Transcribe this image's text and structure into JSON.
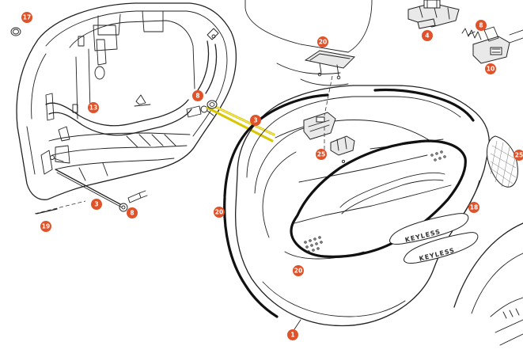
{
  "diagram": {
    "badge_text_upper": "KEYLESS",
    "badge_text_lower": "KEYLESS",
    "accent_color": "#e0522a",
    "highlight_color": "#d8c700",
    "callouts": [
      {
        "label": "17"
      },
      {
        "label": "13"
      },
      {
        "label": "8"
      },
      {
        "label": "3"
      },
      {
        "label": "3"
      },
      {
        "label": "8"
      },
      {
        "label": "19"
      },
      {
        "label": "20"
      },
      {
        "label": "4"
      },
      {
        "label": "8"
      },
      {
        "label": "10"
      },
      {
        "label": "20"
      },
      {
        "label": "25"
      },
      {
        "label": "20"
      },
      {
        "label": "18"
      },
      {
        "label": "25"
      },
      {
        "label": "1"
      }
    ]
  }
}
